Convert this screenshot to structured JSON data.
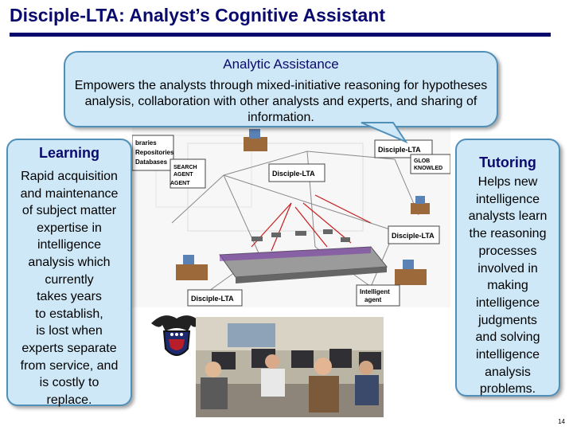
{
  "title": "Disciple-LTA: Analyst’s Cognitive Assistant",
  "analytic_assistance": {
    "heading": "Analytic Assistance",
    "text": "Empowers the analysts through mixed-initiative reasoning for hypotheses analysis, collaboration with other analysts and experts, and sharing of information."
  },
  "learning": {
    "heading": "Learning",
    "lines": [
      "Rapid acquisition",
      "and maintenance",
      "of subject matter",
      "expertise in",
      "intelligence",
      "analysis which",
      "currently",
      "takes years",
      "to establish,",
      "is lost when",
      "experts separate",
      "from service, and",
      "is costly to",
      "replace."
    ]
  },
  "tutoring": {
    "heading": "Tutoring",
    "lines": [
      "Helps new",
      "intelligence",
      "analysts learn",
      "the reasoning",
      "processes",
      "involved in",
      "making",
      "intelligence",
      "judgments",
      "and solving",
      "intelligence",
      "analysis",
      "problems."
    ]
  },
  "diagram": {
    "labels": {
      "disciple_center": "Disciple-LTA",
      "disciple_top_right": "Disciple-LTA",
      "disciple_right": "Disciple-LTA",
      "disciple_bottom_left": "Disciple-LTA",
      "search_agent_1": "SEARCH",
      "search_agent_2": "AGENT",
      "agent_partial": "AGENT",
      "libraries_1": "braries",
      "libraries_2": "Repositories",
      "libraries_3": "Databases",
      "global_1": "GLOB",
      "global_2": "KNOWLED",
      "intelligent_agent_1": "Intelligent",
      "intelligent_agent_2": "agent"
    }
  },
  "slide_number": "14",
  "colors": {
    "title": "#0a0a6e",
    "callout_fill": "#cfe8f7",
    "callout_border": "#4f8fb8"
  }
}
